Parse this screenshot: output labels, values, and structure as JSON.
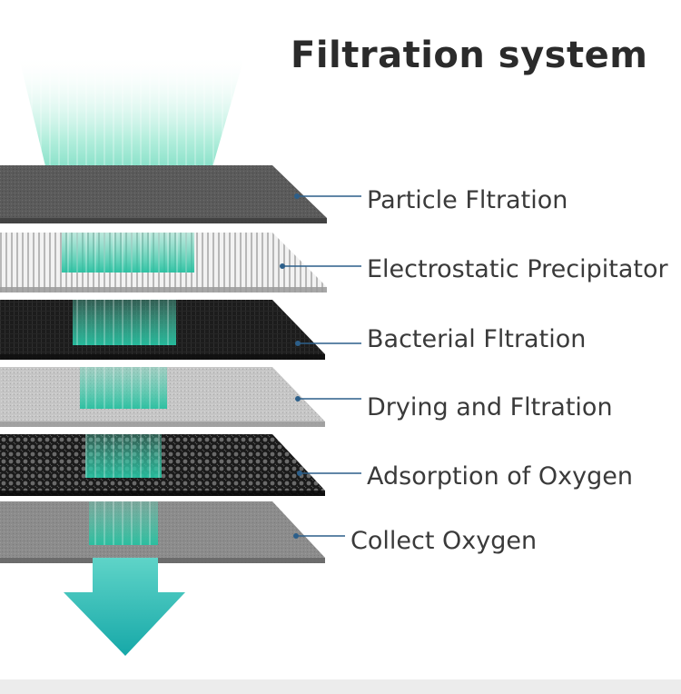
{
  "title": "Filtration system",
  "layers": [
    {
      "label": "Particle Fltration",
      "texture": "dark-gray"
    },
    {
      "label": "Electrostatic Precipitator",
      "texture": "striped-white"
    },
    {
      "label": "Bacterial Fltration",
      "texture": "black-mesh"
    },
    {
      "label": "Drying and Fltration",
      "texture": "light-gray"
    },
    {
      "label": "Adsorption of Oxygen",
      "texture": "honeycomb"
    },
    {
      "label": "Collect Oxygen",
      "texture": "gray-felt"
    }
  ],
  "colors": {
    "airflow": "#33c9a4",
    "arrow": "#1fb8b0",
    "leader_line": "#2c5f8a",
    "text": "#3a3a3a"
  },
  "icons": {
    "flow_arrow": "down-arrow-icon"
  }
}
